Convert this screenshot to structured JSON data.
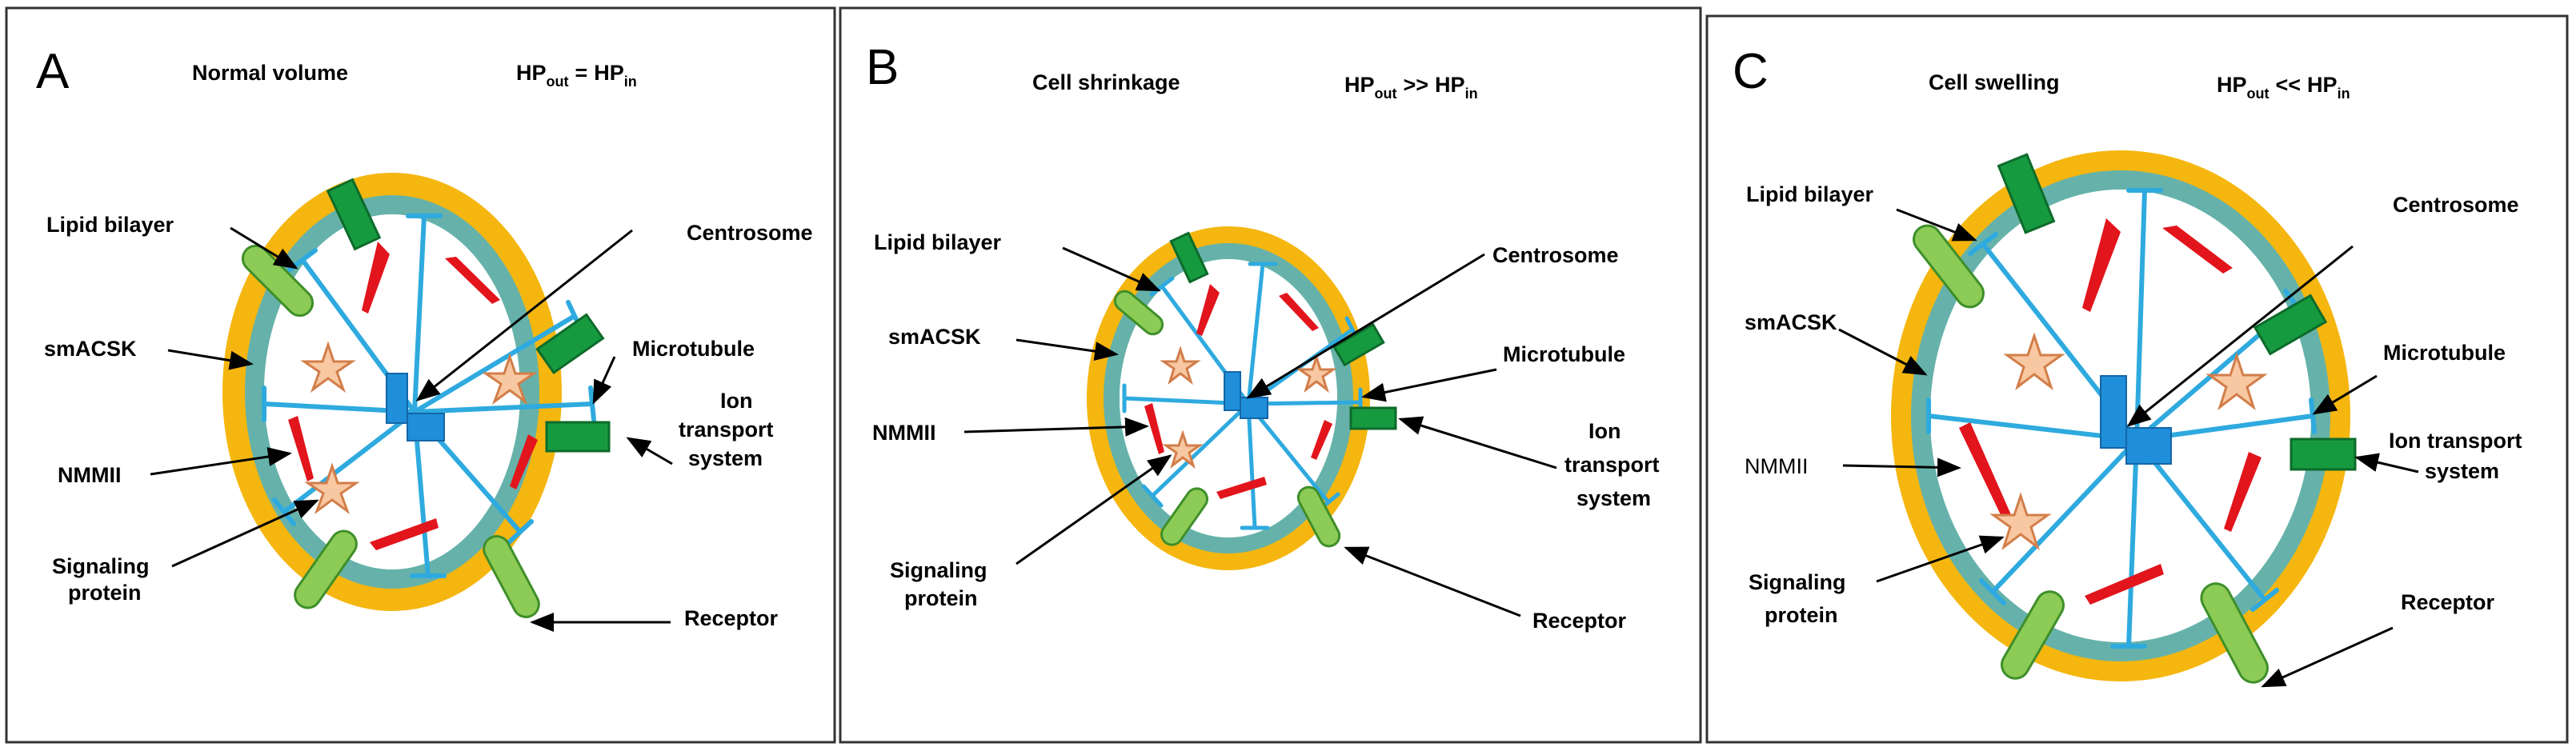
{
  "colors": {
    "lipid_bilayer": "#F5B60F",
    "smacsk": "#66B2AA",
    "microtubule": "#2EAADF",
    "centrosome": "#1E8FD8",
    "nmmii": "#E2141C",
    "signaling_protein_fill": "#F8C8A2",
    "signaling_protein_stroke": "#D27E4A",
    "receptor": "#8CCB56",
    "ion_transport": "#169A40",
    "panel_border": "#333333"
  },
  "panels": [
    {
      "letter": "A",
      "title": "Normal volume",
      "formula": {
        "hp": "HP",
        "sub_left": "out",
        "relation": "=",
        "sub_right": "in"
      },
      "labels": {
        "lipid_bilayer": "Lipid bilayer",
        "smacsk": "smACSK",
        "nmmii": "NMMII",
        "signaling_1": "Signaling",
        "signaling_2": "protein",
        "centrosome": "Centrosome",
        "microtubule": "Microtubule",
        "ion_1": "Ion",
        "ion_2": "transport",
        "ion_3": "system",
        "receptor": "Receptor"
      }
    },
    {
      "letter": "B",
      "title": "Cell shrinkage",
      "formula": {
        "hp": "HP",
        "sub_left": "out",
        "relation": ">>",
        "sub_right": "in"
      },
      "labels": {
        "lipid_bilayer": "Lipid bilayer",
        "smacsk": "smACSK",
        "nmmii": "NMMII",
        "signaling_1": "Signaling",
        "signaling_2": "protein",
        "centrosome": "Centrosome",
        "microtubule": "Microtubule",
        "ion_1": "Ion",
        "ion_2": "transport",
        "ion_3": "system",
        "receptor": "Receptor"
      }
    },
    {
      "letter": "C",
      "title": "Cell swelling",
      "formula": {
        "hp": "HP",
        "sub_left": "out",
        "relation": "<<",
        "sub_right": "in"
      },
      "labels": {
        "lipid_bilayer": "Lipid bilayer",
        "smacsk": "smACSK",
        "nmmii": "NMMII",
        "signaling_1": "Signaling",
        "signaling_2": "protein",
        "centrosome": "Centrosome",
        "microtubule": "Microtubule",
        "ion_1": "Ion transport",
        "ion_2": "system",
        "receptor": "Receptor"
      }
    }
  ]
}
